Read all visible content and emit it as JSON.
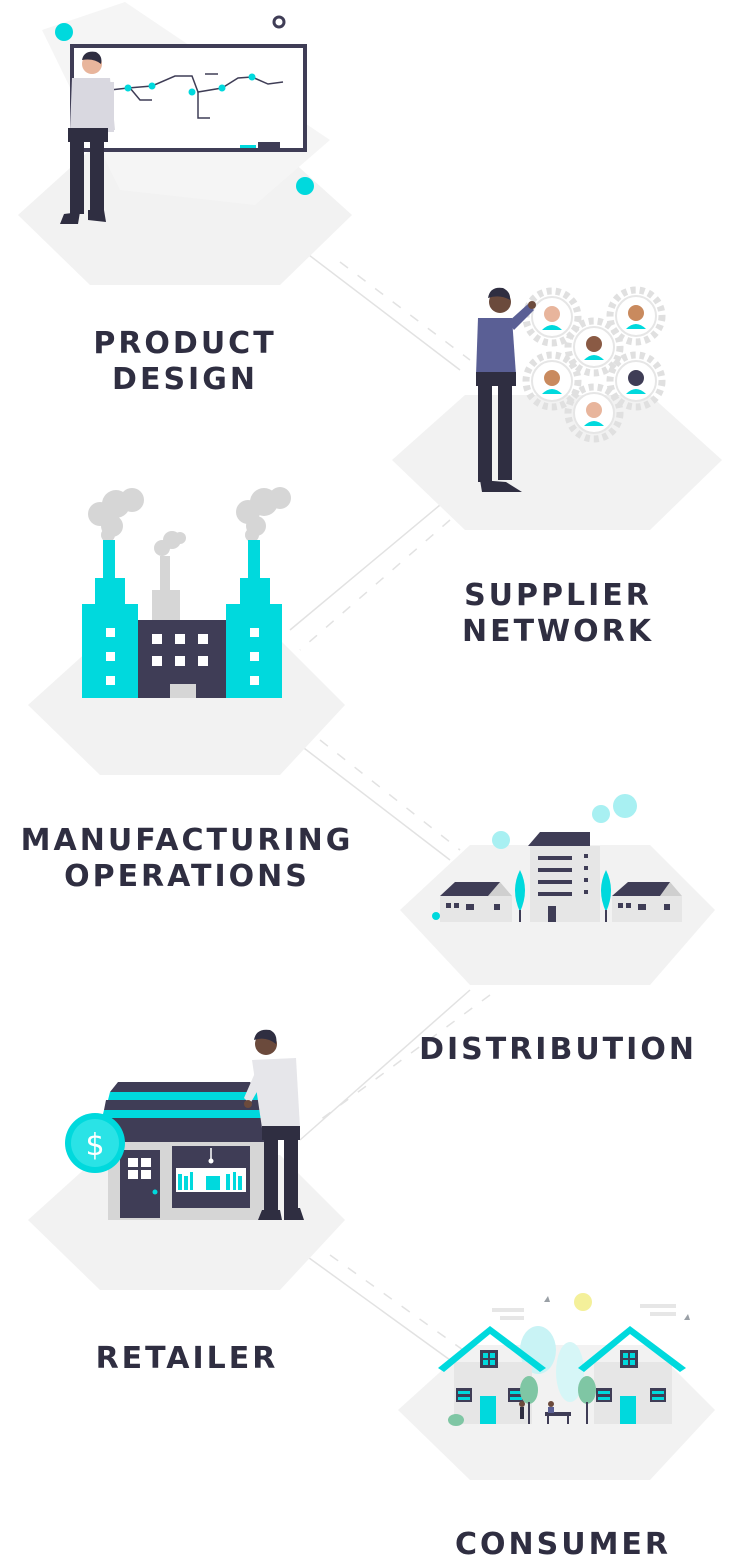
{
  "stages": [
    {
      "id": "product-design",
      "lines": [
        "PRODUCT",
        "DESIGN"
      ],
      "icon": "whiteboard-presenter-icon"
    },
    {
      "id": "supplier-network",
      "lines": [
        "SUPPLIER",
        "NETWORK"
      ],
      "icon": "gear-network-icon"
    },
    {
      "id": "manufacturing-operations",
      "lines": [
        "MANUFACTURING",
        "OPERATIONS"
      ],
      "icon": "factory-icon"
    },
    {
      "id": "distribution",
      "lines": [
        "DISTRIBUTION"
      ],
      "icon": "city-buildings-icon"
    },
    {
      "id": "retailer",
      "lines": [
        "RETAILER"
      ],
      "icon": "storefront-icon"
    },
    {
      "id": "consumer",
      "lines": [
        "CONSUMER"
      ],
      "icon": "houses-icon"
    }
  ],
  "store_sign": "$",
  "colors": {
    "accent": "#00d9dd",
    "dark": "#3f3d56",
    "text": "#2f2e41",
    "platform": "#f2f2f2",
    "gray": "#d6d6d6",
    "skin": "#9e616a",
    "skin_dark": "#6b4a3c",
    "sun": "#f4f09a"
  }
}
